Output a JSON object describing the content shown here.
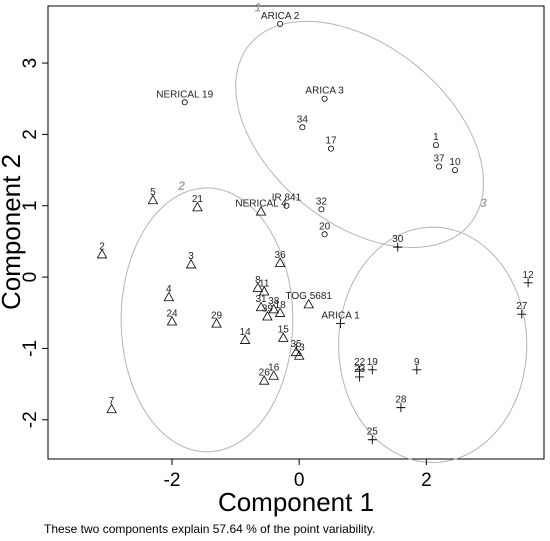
{
  "chart_data": {
    "type": "scatter",
    "xlabel": "Component 1",
    "ylabel": "Component 2",
    "xlim": [
      -3.95,
      3.85
    ],
    "ylim": [
      -2.55,
      3.8
    ],
    "xticks": [
      -2,
      0,
      2
    ],
    "yticks": [
      -2,
      -1,
      0,
      1,
      2,
      3
    ],
    "grid": false,
    "caption": "These two components explain 57.64 % of the point variability.",
    "series": [
      {
        "marker": "circle",
        "points": [
          {
            "label": "ARICA 2",
            "x": -0.3,
            "y": 3.55
          },
          {
            "label": "NERICAL 19",
            "x": -1.8,
            "y": 2.45
          },
          {
            "label": "ARICA 3",
            "x": 0.4,
            "y": 2.5
          },
          {
            "label": "34",
            "x": 0.05,
            "y": 2.1
          },
          {
            "label": "17",
            "x": 0.5,
            "y": 1.8
          },
          {
            "label": "1",
            "x": 2.15,
            "y": 1.85
          },
          {
            "label": "37",
            "x": 2.2,
            "y": 1.55
          },
          {
            "label": "10",
            "x": 2.45,
            "y": 1.5
          },
          {
            "label": "IR 841",
            "x": -0.2,
            "y": 1.0
          },
          {
            "label": "32",
            "x": 0.35,
            "y": 0.95
          },
          {
            "label": "20",
            "x": 0.4,
            "y": 0.6
          }
        ]
      },
      {
        "marker": "triangle",
        "points": [
          {
            "label": "5",
            "x": -2.3,
            "y": 1.08
          },
          {
            "label": "21",
            "x": -1.6,
            "y": 0.98
          },
          {
            "label": "NERICAL 4",
            "x": -0.6,
            "y": 0.92
          },
          {
            "label": "2",
            "x": -3.1,
            "y": 0.32
          },
          {
            "label": "3",
            "x": -1.7,
            "y": 0.18
          },
          {
            "label": "36",
            "x": -0.3,
            "y": 0.2
          },
          {
            "label": "4",
            "x": -2.05,
            "y": -0.28
          },
          {
            "label": "8",
            "x": -0.65,
            "y": -0.15
          },
          {
            "label": "11",
            "x": -0.55,
            "y": -0.2
          },
          {
            "label": "31",
            "x": -0.6,
            "y": -0.42
          },
          {
            "label": "38",
            "x": -0.4,
            "y": -0.45
          },
          {
            "label": "18",
            "x": -0.3,
            "y": -0.5
          },
          {
            "label": "39",
            "x": -0.5,
            "y": -0.55
          },
          {
            "label": "TOG 5681",
            "x": 0.15,
            "y": -0.38
          },
          {
            "label": "24",
            "x": -2.0,
            "y": -0.62
          },
          {
            "label": "29",
            "x": -1.3,
            "y": -0.65
          },
          {
            "label": "14",
            "x": -0.85,
            "y": -0.88
          },
          {
            "label": "15",
            "x": -0.25,
            "y": -0.85
          },
          {
            "label": "35",
            "x": -0.05,
            "y": -1.05
          },
          {
            "label": "13",
            "x": 0.0,
            "y": -1.1
          },
          {
            "label": "26",
            "x": -0.55,
            "y": -1.45
          },
          {
            "label": "16",
            "x": -0.4,
            "y": -1.38
          },
          {
            "label": "7",
            "x": -2.95,
            "y": -1.85
          }
        ]
      },
      {
        "marker": "plus",
        "points": [
          {
            "label": "30",
            "x": 1.55,
            "y": 0.42
          },
          {
            "label": "12",
            "x": 3.6,
            "y": -0.08
          },
          {
            "label": "27",
            "x": 3.5,
            "y": -0.52
          },
          {
            "label": "ARICA 1",
            "x": 0.65,
            "y": -0.65
          },
          {
            "label": "22",
            "x": 0.95,
            "y": -1.3
          },
          {
            "label": "23",
            "x": 0.95,
            "y": -1.4
          },
          {
            "label": "19",
            "x": 1.15,
            "y": -1.3
          },
          {
            "label": "9",
            "x": 1.85,
            "y": -1.3
          },
          {
            "label": "28",
            "x": 1.6,
            "y": -1.83
          },
          {
            "label": "25",
            "x": 1.15,
            "y": -2.28
          }
        ]
      }
    ],
    "clusters": [
      {
        "label": "1",
        "cx": 0.95,
        "cy": 2.0,
        "rx": 2.15,
        "ry": 1.3,
        "angle": -32,
        "label_x": -0.65,
        "label_y": 3.72
      },
      {
        "label": "2",
        "cx": -1.45,
        "cy": -0.6,
        "rx": 1.85,
        "ry": 1.35,
        "angle": 90,
        "label_x": -1.85,
        "label_y": 1.22
      },
      {
        "label": "3",
        "cx": 2.1,
        "cy": -0.95,
        "rx": 1.65,
        "ry": 1.48,
        "angle": 90,
        "label_x": 2.9,
        "label_y": 0.98
      }
    ]
  }
}
